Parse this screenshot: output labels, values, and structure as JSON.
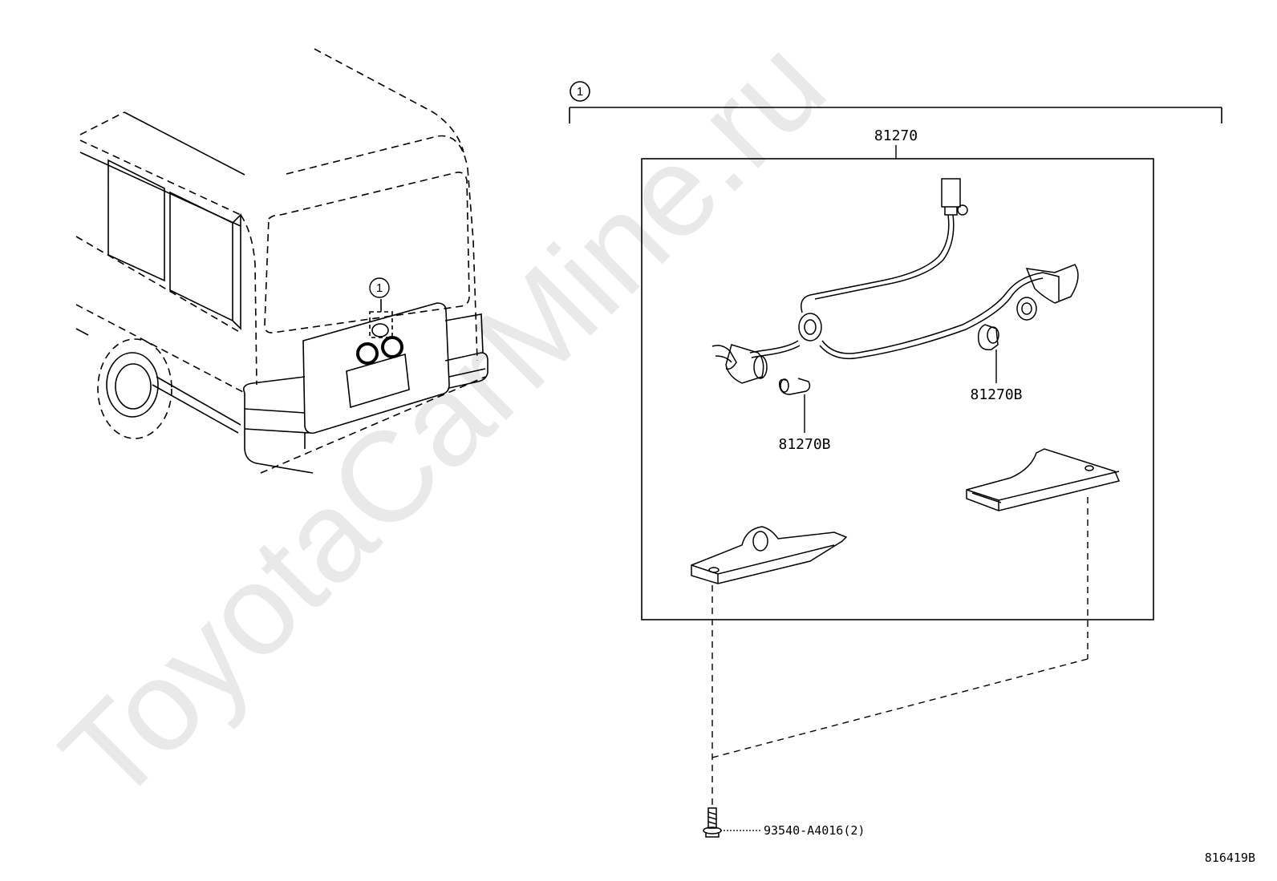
{
  "watermark": "ToyotaCarMine.ru",
  "callout_number": "1",
  "assembly": {
    "label": "81270",
    "bulb_left_label": "81270B",
    "bulb_right_label": "81270B",
    "screw_label": "93540-A4016(2)"
  },
  "diagram_code": "816419B"
}
